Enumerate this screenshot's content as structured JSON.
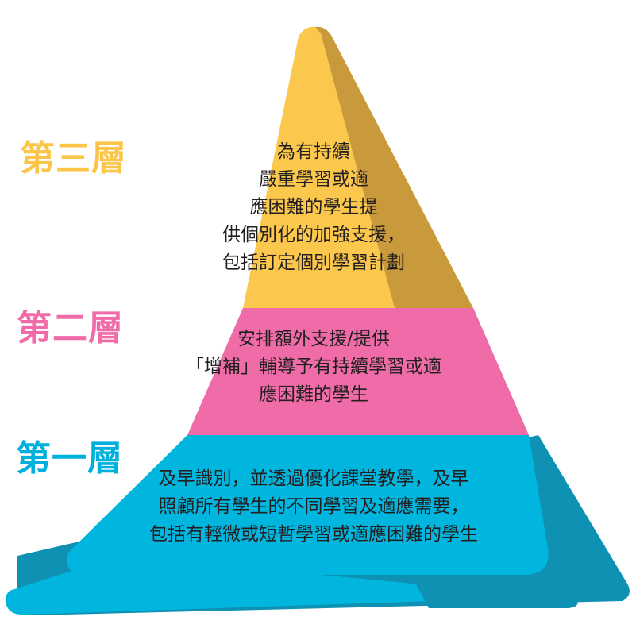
{
  "diagram": {
    "type": "three-tier-support-pyramid",
    "title_present": false,
    "background_color": "#ffffff",
    "tiers": [
      {
        "id": "tier3",
        "label": "第三層",
        "label_color": "#FBC54A",
        "face_color": "#FBC74C",
        "shadow_color": "#C89A3C",
        "text_color": "#231f20",
        "lines": [
          "為有持續",
          "嚴重學習或適",
          "應困難的學生提",
          "供個別化的加強支援，",
          "包括訂定個別學習計劃"
        ]
      },
      {
        "id": "tier2",
        "label": "第二層",
        "label_color": "#F06CA8",
        "face_color": "#F06CA8",
        "shadow_color": "#BC5789",
        "text_color": "#231f20",
        "lines": [
          "安排額外支援/提供",
          "「增補」輔導予有持續學習或適",
          "應困難的學生"
        ]
      },
      {
        "id": "tier1",
        "label": "第一層",
        "label_color": "#00B0DC",
        "face_color": "#00B5DE",
        "shadow_color": "#0E91B3",
        "text_color": "#231f20",
        "lines": [
          "及早識別，並透過優化課堂教學，及早",
          "照顧所有學生的不同學習及適應需要，",
          "包括有輕微或短暫學習或適應困難的學生"
        ]
      }
    ],
    "base": {
      "top_color": "#00B5DE",
      "front_color": "#0E91B3"
    }
  }
}
